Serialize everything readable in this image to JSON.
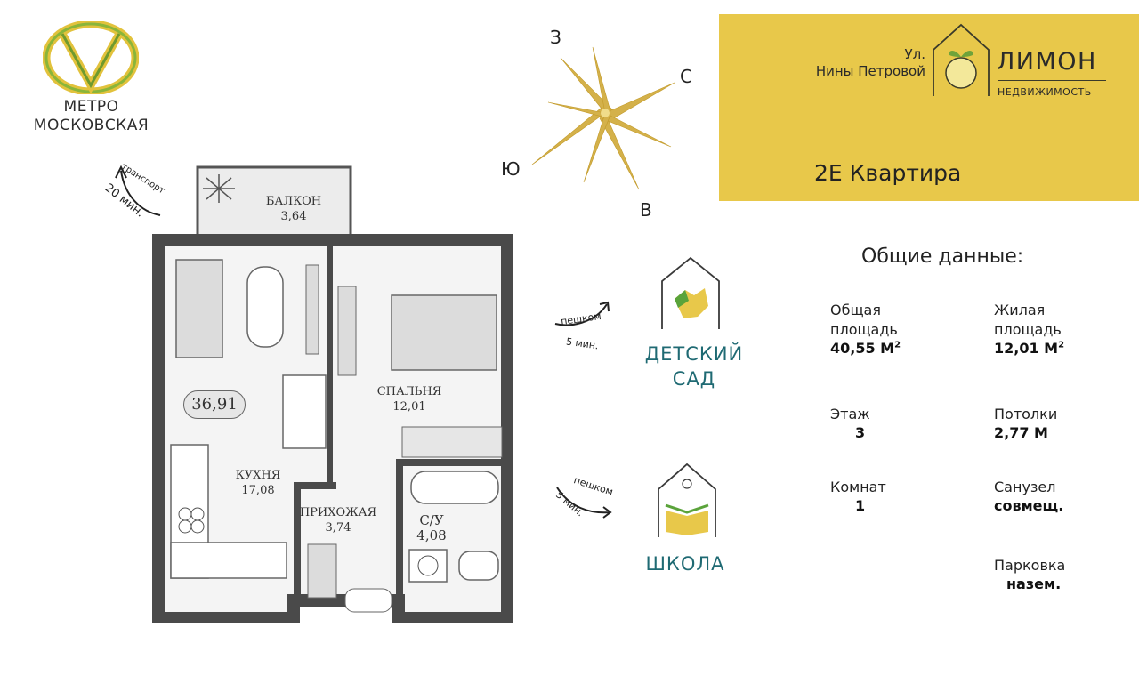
{
  "metro": {
    "line1": "МЕТРО",
    "line2": "МОСКОВСКАЯ",
    "transport_label": "транспорт",
    "transport_time": "20 мин."
  },
  "banner": {
    "street_prefix": "Ул.",
    "street_name": "Нины Петровой",
    "brand_name": "ЛИМОН",
    "brand_sub": "НЕДВИЖИМОСТЬ",
    "apartment_title": "2Е Квартира",
    "color": "#e8c84a"
  },
  "compass": {
    "north": "С",
    "south": "Ю",
    "west": "З",
    "east": "В",
    "color": "#d4b14a"
  },
  "plan": {
    "balcony": {
      "name": "БАЛКОН",
      "area": "3,64"
    },
    "bedroom": {
      "name": "СПАЛЬНЯ",
      "area": "12,01"
    },
    "kitchen": {
      "name": "КУХНЯ",
      "area": "17,08"
    },
    "hallway": {
      "name": "ПРИХОЖАЯ",
      "area": "3,74"
    },
    "bathroom": {
      "name": "С/У",
      "area": "4,08"
    },
    "total_badge": "36,91"
  },
  "facilities": {
    "kindergarten": {
      "line1": "ДЕТСКИЙ",
      "line2": "САД",
      "walk_label": "пешком",
      "walk_time": "5 мин."
    },
    "school": {
      "name": "ШКОЛА",
      "walk_label": "пешком",
      "walk_time": "5 мин."
    },
    "accent_color": "#1f6a73"
  },
  "stats": {
    "title": "Общие данные:",
    "total_area": {
      "label1": "Общая",
      "label2": "площадь",
      "value": "40,55 М",
      "sup": "2"
    },
    "living_area": {
      "label1": "Жилая",
      "label2": "площадь",
      "value": "12,01 М",
      "sup": "2"
    },
    "floor": {
      "label": "Этаж",
      "value": "3"
    },
    "ceilings": {
      "label": "Потолки",
      "value": "2,77 М"
    },
    "rooms": {
      "label": "Комнат",
      "value": "1"
    },
    "bathroom": {
      "label": "Санузел",
      "value": "совмещ."
    },
    "parking": {
      "label": "Парковка",
      "value": "назем."
    }
  }
}
